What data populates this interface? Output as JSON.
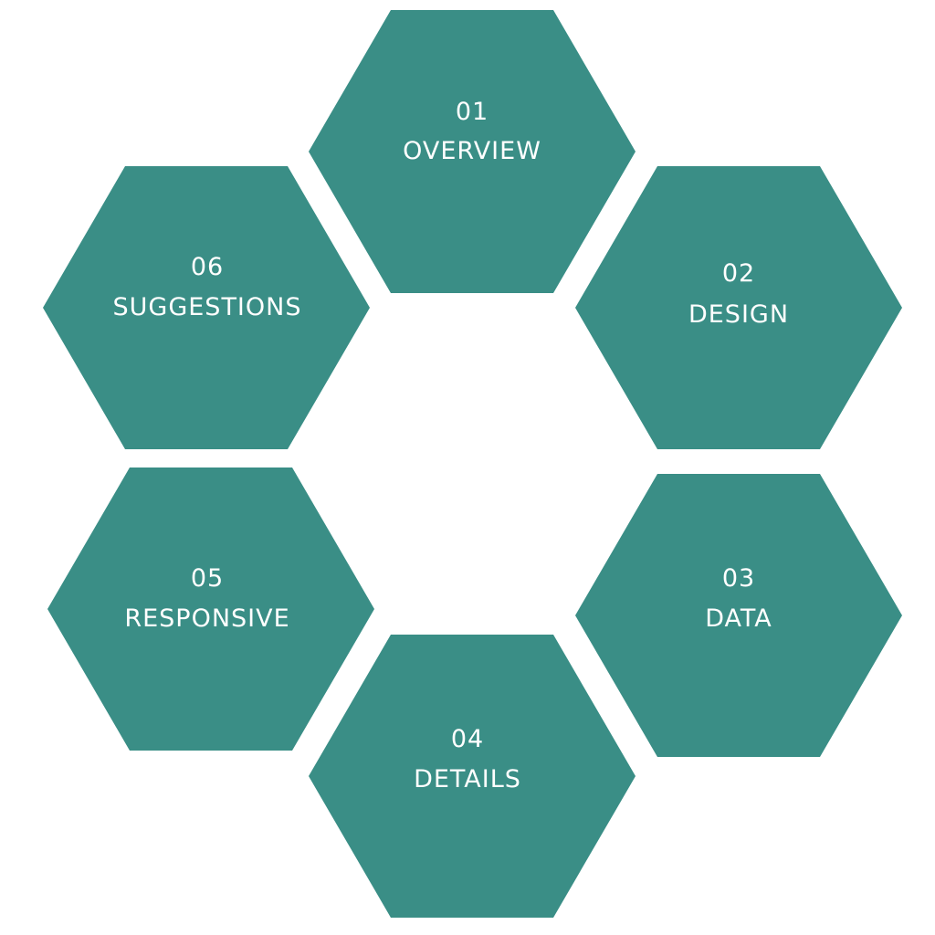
{
  "colors": {
    "hexagon_fill": "#3a8e86",
    "text": "#ffffff",
    "background": "#ffffff"
  },
  "hexagons": [
    {
      "number": "01",
      "label": "OVERVIEW"
    },
    {
      "number": "02",
      "label": "DESIGN"
    },
    {
      "number": "03",
      "label": "DATA"
    },
    {
      "number": "04",
      "label": "DETAILS"
    },
    {
      "number": "05",
      "label": "RESPONSIVE"
    },
    {
      "number": "06",
      "label": "SUGGESTIONS"
    }
  ]
}
